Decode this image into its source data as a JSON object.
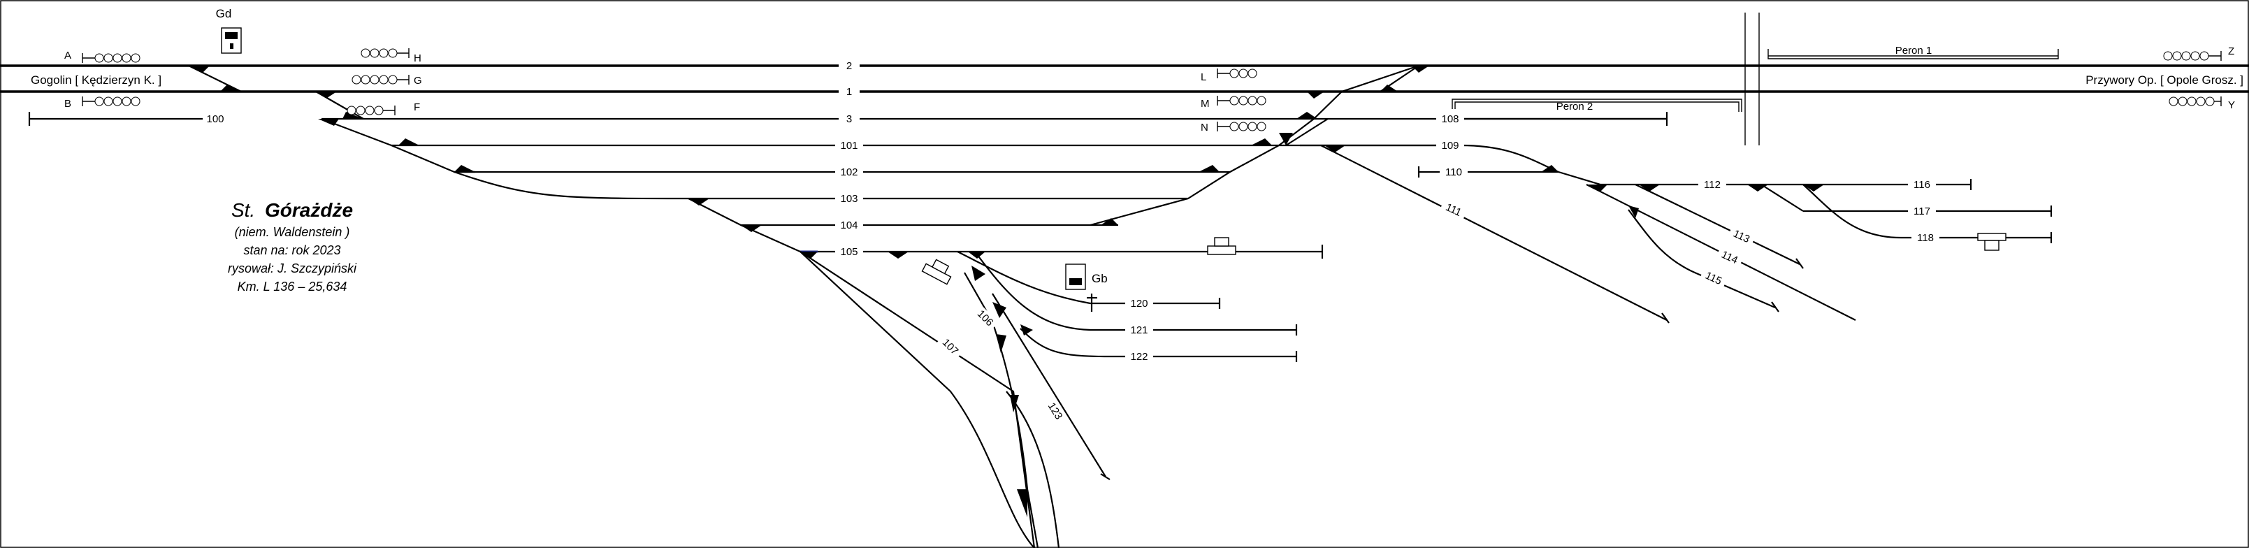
{
  "colors": {
    "ink": "#000000",
    "background": "#ffffff",
    "track_105_accent": "#1f2a8a"
  },
  "station": {
    "prefix": "St.",
    "name": "Górażdże",
    "german_name": "(niem. Waldenstein )",
    "as_of": "stan na: rok 2023",
    "drawn_by": "rysował: J. Szczypiński",
    "km": "Km. L 136 – 25,634"
  },
  "directions": {
    "west": "Gogolin [ Kędzierzyn K. ]",
    "east": "Przywory Op. [ Opole Grosz. ]"
  },
  "signals": {
    "A": "A",
    "B": "B",
    "H": "H",
    "G": "G",
    "F": "F",
    "L": "L",
    "M": "M",
    "N": "N",
    "Z": "Z",
    "Y": "Y",
    "Gd": "Gd",
    "Gb": "Gb"
  },
  "platforms": {
    "p1": "Peron 1",
    "p2": "Peron 2"
  },
  "tracks": {
    "t1": "1",
    "t2": "2",
    "t3": "3",
    "t100": "100",
    "t101": "101",
    "t102": "102",
    "t103": "103",
    "t104": "104",
    "t105": "105",
    "t106": "106",
    "t107": "107",
    "t108": "108",
    "t109": "109",
    "t110": "110",
    "t111": "111",
    "t112": "112",
    "t113": "113",
    "t114": "114",
    "t115": "115",
    "t116": "116",
    "t117": "117",
    "t118": "118",
    "t120": "120",
    "t121": "121",
    "t122": "122",
    "t123": "123"
  }
}
